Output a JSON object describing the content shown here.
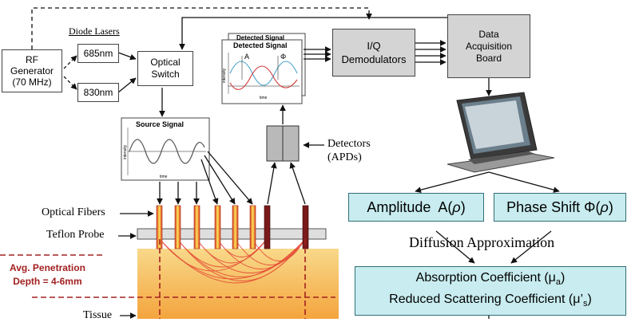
{
  "rf_generator": {
    "line1": "RF",
    "line2": "Generator",
    "line3": "(70 MHz)"
  },
  "diode_lasers": {
    "title": "Diode Lasers",
    "laser1": "685nm",
    "laser2": "830nm"
  },
  "optical_switch": {
    "line1": "Optical",
    "line2": "Switch"
  },
  "source_signal": {
    "title": "Source Signal",
    "xaxis": "time",
    "yaxis": "intensity"
  },
  "detected_signal": {
    "title": "Detected Signal",
    "back_title": "Detected Signal",
    "xaxis": "time",
    "yaxis": "intensity",
    "amp_label": "A",
    "phase_label": "Φ"
  },
  "iq": {
    "line1": "I/Q",
    "line2": "Demodulators"
  },
  "daq": {
    "line1": "Data",
    "line2": "Acquisition",
    "line3": "Board"
  },
  "detectors": {
    "line1": "Detectors",
    "line2": "(APDs)"
  },
  "labels": {
    "optical_fibers": "Optical Fibers",
    "teflon_probe": "Teflon Probe",
    "penetration_line1": "Avg. Penetration",
    "penetration_line2": "Depth = 4-6mm",
    "tissue": "Tissue"
  },
  "amplitude": {
    "text": "Amplitude  A(",
    "var": "ρ",
    "close": ")"
  },
  "phase": {
    "text": "Phase Shift Φ(",
    "var": "ρ",
    "close": ")"
  },
  "diffusion": "Diffusion Approximation",
  "coefficients": {
    "line1": "Absorption Coefficient (μ",
    "line1_sub": "a",
    "line1_end": ")",
    "line2": "Reduced Scattering Coefficient (μ’",
    "line2_sub": "s",
    "line2_end": ")"
  },
  "colors": {
    "cyan_fill": "#c8ecef",
    "tissue_top": "#f8d98a",
    "tissue_bottom": "#f4a23a",
    "penetration_red": "#a32020"
  }
}
